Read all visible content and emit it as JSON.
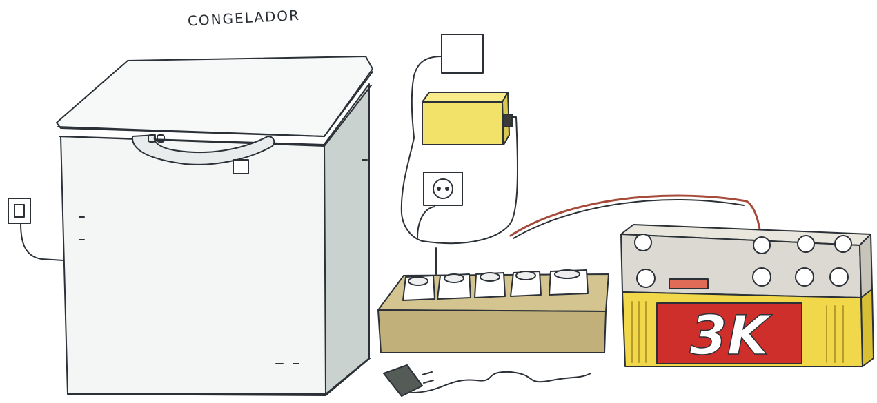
{
  "scene": {
    "caption": "CONGELADOR",
    "battery_brand": "3K",
    "colors": {
      "outline": "#2b3137",
      "freezer_body": "#f4f6f6",
      "freezer_shade": "#c9d2cf",
      "inverter_yellow": "#f3e26a",
      "socket_block": "#c2b07a",
      "battery_body": "#dcd9d2",
      "battery_label_yellow": "#f0d84a",
      "battery_label_red": "#cf2f2a",
      "wire_red": "#a64a3a"
    },
    "objects": [
      "freezer",
      "wall-switch",
      "wall-panel",
      "inverter-box",
      "wall-outlet",
      "socket-block",
      "battery",
      "phone-charger"
    ]
  }
}
